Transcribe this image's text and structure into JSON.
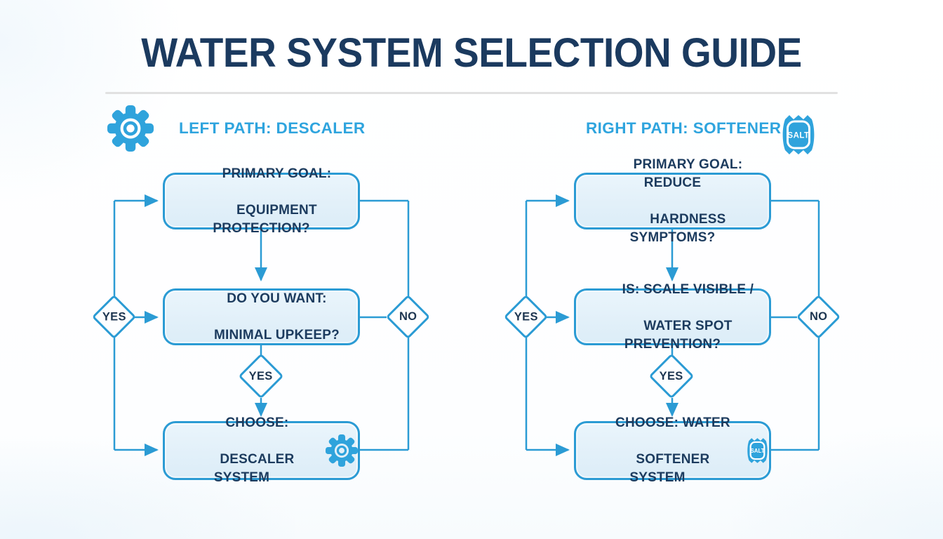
{
  "title": "WATER SYSTEM SELECTION GUIDE",
  "colors": {
    "accent_line": "#2B9BD4",
    "icon_blue": "#2FA3DC",
    "header_blue": "#2EA4DE",
    "navy_text": "#1C3B5E",
    "box_fill": "#E2F0F9",
    "divider": "#E1E1E1"
  },
  "salt_label": "SALT",
  "paths": {
    "left": {
      "header": "LEFT PATH: DESCALER",
      "header_icon": "gear-icon",
      "boxes": [
        {
          "line1": "PRIMARY GOAL:",
          "line2": "EQUIPMENT PROTECTION?"
        },
        {
          "line1": "DO YOU WANT:",
          "line2": "MINIMAL UPKEEP?"
        },
        {
          "line1": "CHOOSE:",
          "line2": "DESCALER SYSTEM",
          "icon": "gear-icon"
        }
      ],
      "decisions": {
        "left_branch": "YES",
        "right_branch": "NO",
        "middle": "YES"
      }
    },
    "right": {
      "header": "RIGHT PATH: SOFTENER",
      "header_icon": "salt-bag-icon",
      "boxes": [
        {
          "line1": "PRIMARY GOAL:  REDUCE",
          "line2": "HARDNESS SYMPTOMS?"
        },
        {
          "line1": "IS: SCALE VISIBLE /",
          "line2": "WATER SPOT PREVENTION?"
        },
        {
          "line1": "CHOOSE: WATER",
          "line2": "SOFTENER SYSTEM",
          "icon": "salt-bag-icon"
        }
      ],
      "decisions": {
        "left_branch": "YES",
        "right_branch": "NO",
        "middle": "YES"
      }
    }
  }
}
